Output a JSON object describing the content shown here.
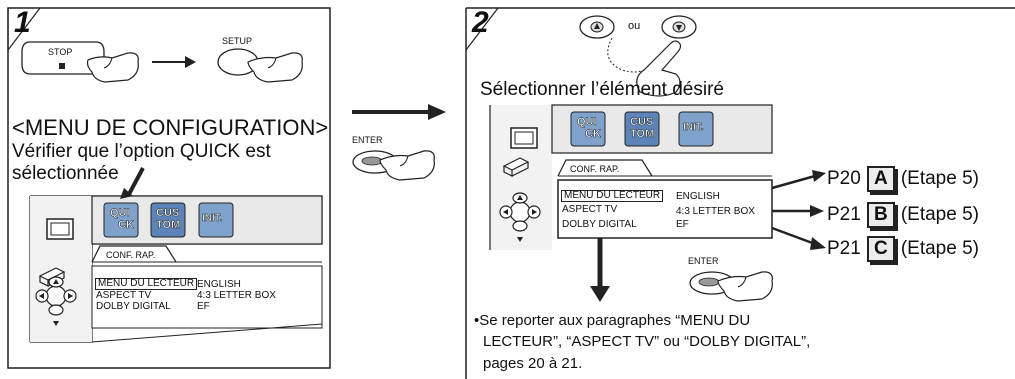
{
  "panel1": {
    "step_number": "1",
    "stop_label": "STOP",
    "setup_label": "SETUP",
    "menu_title": "<MENU DE CONFIGURATION>",
    "instruction_line1": "Vérifier que l’option QUICK est",
    "instruction_line2": "sélectionnée",
    "icons": {
      "quick_top": "QUI",
      "quick_bottom": "CK",
      "custom_top": "CUS",
      "custom_bottom": "TOM",
      "init": "INIT."
    },
    "tab_label": "CONF. RAP.",
    "menu_rows": [
      {
        "label": "MENU DU LECTEUR",
        "value": "ENGLISH"
      },
      {
        "label": "ASPECT TV",
        "value": "4:3 LETTER BOX"
      },
      {
        "label": "DOLBY DIGITAL",
        "value": "EF"
      }
    ]
  },
  "middle": {
    "enter_label": "ENTER"
  },
  "panel2": {
    "step_number": "2",
    "ou_label": "ou",
    "select_text": "Sélectionner l’élément désiré",
    "icons": {
      "quick_top": "QUI",
      "quick_bottom": "CK",
      "custom_top": "CUS",
      "custom_bottom": "TOM",
      "init": "INIT."
    },
    "tab_label": "CONF. RAP.",
    "menu_rows": [
      {
        "label": "MENU DU LECTEUR",
        "value": "ENGLISH"
      },
      {
        "label": "ASPECT TV",
        "value": "4:3 LETTER BOX"
      },
      {
        "label": "DOLBY DIGITAL",
        "value": "EF"
      }
    ],
    "enter_label": "ENTER",
    "refs": [
      {
        "page": "P20",
        "letter": "A",
        "step": "(Etape 5)"
      },
      {
        "page": "P21",
        "letter": "B",
        "step": "(Etape 5)"
      },
      {
        "page": "P21",
        "letter": "C",
        "step": "(Etape 5)"
      }
    ],
    "note_line1": "•Se reporter aux paragraphes “MENU DU",
    "note_line2": "LECTEUR”, “ASPECT TV” ou “DOLBY DIGITAL”,",
    "note_line3": "pages 20 à 21."
  }
}
